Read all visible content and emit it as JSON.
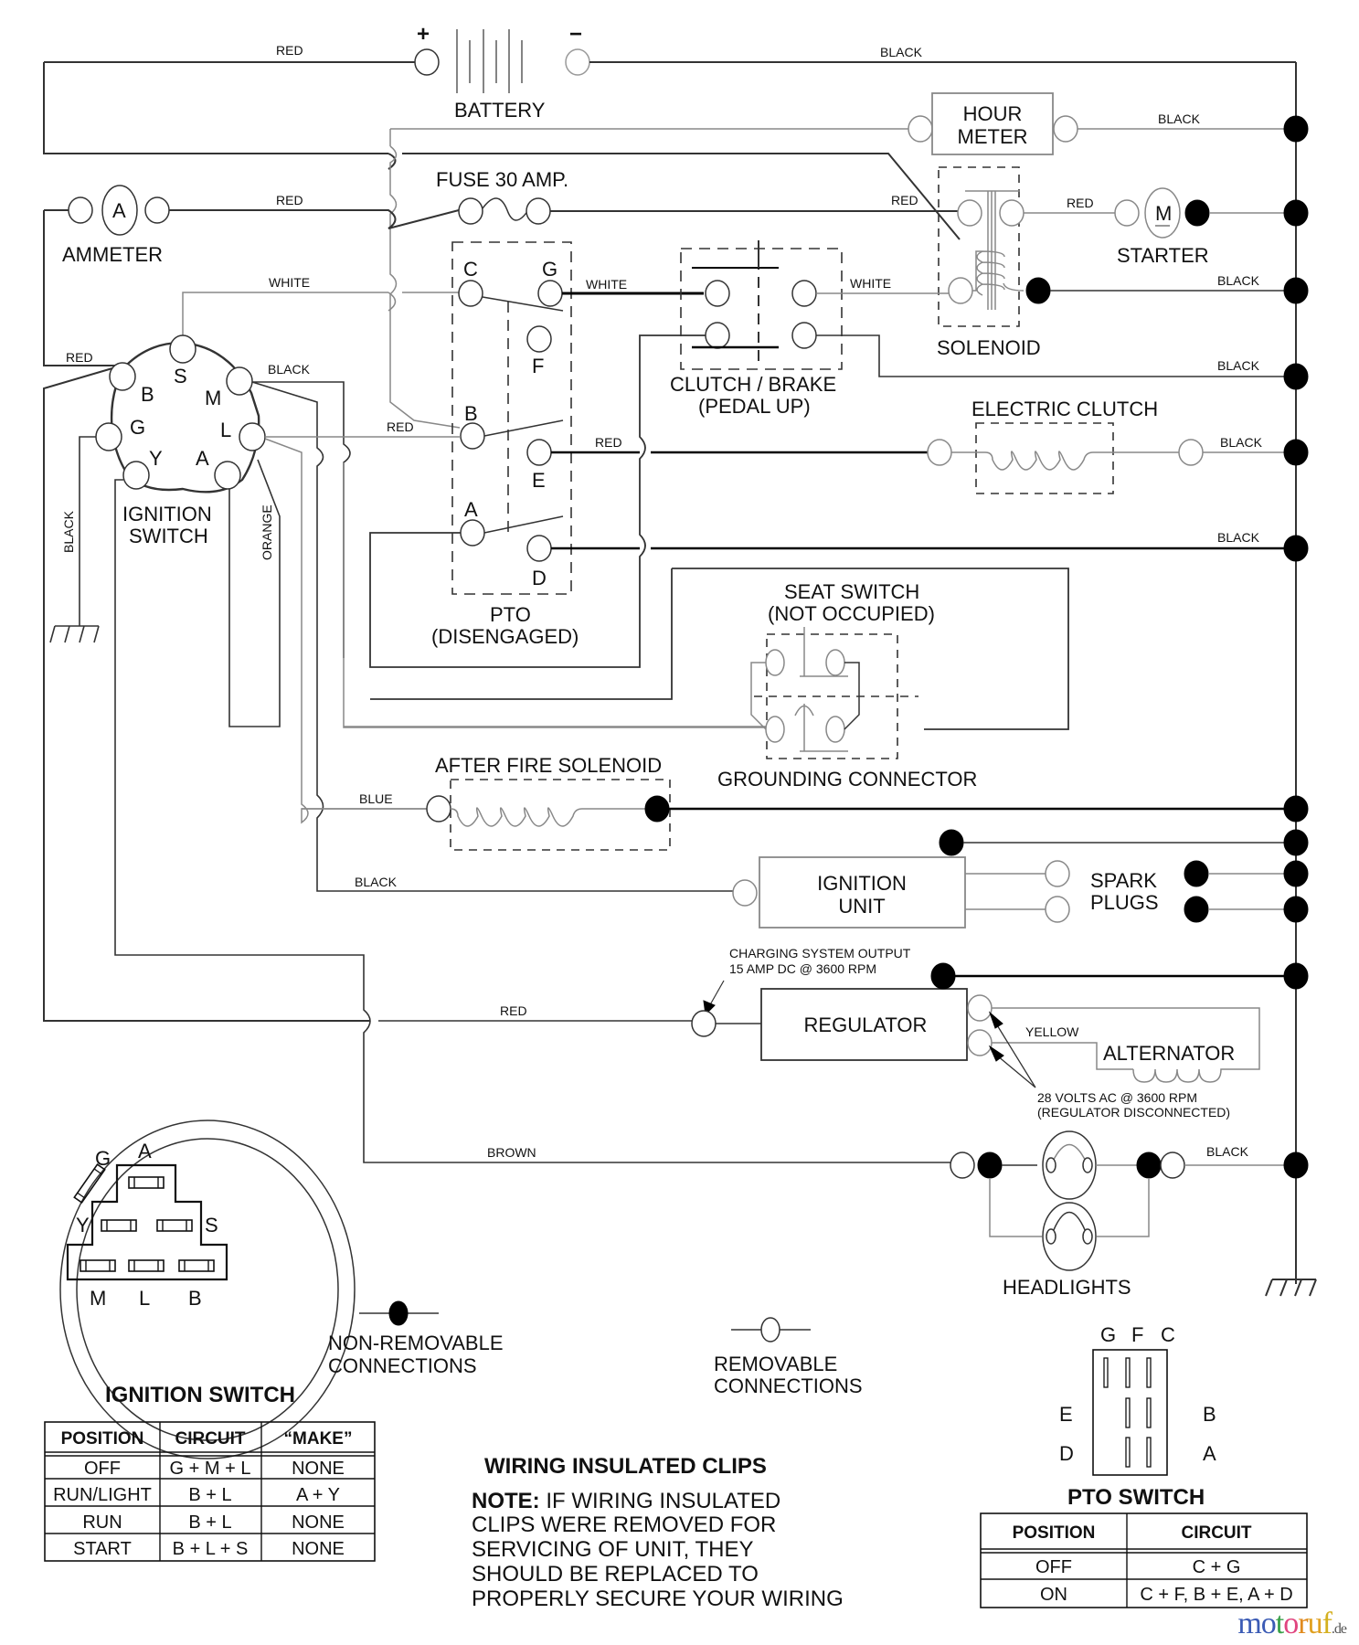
{
  "diagram": {
    "title": "Riding mower wiring schematic",
    "components": {
      "battery": {
        "label": "BATTERY",
        "positive_symbol": "+",
        "negative_symbol": "−"
      },
      "hour_meter": {
        "line1": "HOUR",
        "line2": "METER"
      },
      "fuse": {
        "label": "FUSE 30 AMP."
      },
      "ammeter": {
        "label": "AMMETER",
        "symbol": "A"
      },
      "starter": {
        "label": "STARTER",
        "symbol": "M"
      },
      "solenoid": {
        "label": "SOLENOID"
      },
      "clutch_brake": {
        "line1": "CLUTCH / BRAKE",
        "line2": "(PEDAL UP)"
      },
      "electric_clutch": {
        "label": "ELECTRIC CLUTCH"
      },
      "ignition_switch": {
        "line1": "IGNITION",
        "line2": "SWITCH",
        "terminals": [
          "S",
          "B",
          "M",
          "G",
          "L",
          "Y",
          "A"
        ]
      },
      "pto": {
        "line1": "PTO",
        "line2": "(DISENGAGED)",
        "terminals": [
          "C",
          "G",
          "F",
          "B",
          "E",
          "A",
          "D"
        ]
      },
      "seat_switch": {
        "line1": "SEAT SWITCH",
        "line2": "(NOT OCCUPIED)"
      },
      "grounding_connector": {
        "label": "GROUNDING CONNECTOR"
      },
      "after_fire_solenoid": {
        "label": "AFTER FIRE SOLENOID"
      },
      "ignition_unit": {
        "line1": "IGNITION",
        "line2": "UNIT"
      },
      "spark_plugs": {
        "line1": "SPARK",
        "line2": "PLUGS"
      },
      "regulator": {
        "label": "REGULATOR"
      },
      "alternator": {
        "label": "ALTERNATOR"
      },
      "headlights": {
        "label": "HEADLIGHTS"
      }
    },
    "wire_labels": {
      "battery_pos": "RED",
      "battery_neg": "BLACK",
      "hour_meter": "BLACK",
      "ammeter": "RED",
      "fuse_to_solenoid": "RED",
      "solenoid_to_starter": "RED",
      "starter_ground": "BLACK",
      "white_ign": "WHITE",
      "white_pto": "WHITE",
      "white_solenoid": "WHITE",
      "red_ign_b": "RED",
      "black_ign_m": "BLACK",
      "clutch_brake_ground": "BLACK",
      "red_pto_b": "RED",
      "red_pto_e": "RED",
      "electric_clutch_ground": "BLACK",
      "pto_d_ground": "BLACK",
      "ground_black": "BLACK",
      "orange": "ORANGE",
      "blue": "BLUE",
      "black_ign_unit": "BLACK",
      "red_regulator": "RED",
      "yellow": "YELLOW",
      "brown": "BROWN",
      "headlights_ground": "BLACK"
    },
    "annotations": {
      "charging_output_line1": "CHARGING SYSTEM OUTPUT",
      "charging_output_line2": "15 AMP DC @ 3600 RPM",
      "alternator_ac_line1": "28 VOLTS AC @ 3600 RPM",
      "alternator_ac_line2": "(REGULATOR DISCONNECTED)"
    }
  },
  "ignition_switch_detail": {
    "terminals": {
      "G": "G",
      "A": "A",
      "Y": "Y",
      "S": "S",
      "M": "M",
      "L": "L",
      "B": "B"
    }
  },
  "legend": {
    "non_removable": {
      "line1": "NON-REMOVABLE",
      "line2": "CONNECTIONS"
    },
    "removable": {
      "line1": "REMOVABLE",
      "line2": "CONNECTIONS"
    }
  },
  "ignition_switch_table": {
    "title": "IGNITION SWITCH",
    "headers": [
      "POSITION",
      "CIRCUIT",
      "“MAKE”"
    ],
    "rows": [
      [
        "OFF",
        "G + M + L",
        "NONE"
      ],
      [
        "RUN/LIGHT",
        "B + L",
        "A + Y"
      ],
      [
        "RUN",
        "B + L",
        "NONE"
      ],
      [
        "START",
        "B + L + S",
        "NONE"
      ]
    ]
  },
  "wiring_clips_note": {
    "title": "WIRING INSULATED CLIPS",
    "note_prefix": "NOTE:",
    "lines": [
      " IF WIRING INSULATED",
      "CLIPS WERE REMOVED FOR",
      "SERVICING OF UNIT, THEY",
      "SHOULD BE REPLACED TO",
      "PROPERLY SECURE YOUR WIRING"
    ]
  },
  "pto_switch_detail": {
    "top_labels": [
      "G",
      "F",
      "C"
    ],
    "left_labels": [
      "E",
      "D"
    ],
    "right_labels": [
      "B",
      "A"
    ]
  },
  "pto_switch_table": {
    "title": "PTO SWITCH",
    "headers": [
      "POSITION",
      "CIRCUIT"
    ],
    "rows": [
      [
        "OFF",
        "C + G"
      ],
      [
        "ON",
        "C + F, B + E, A + D"
      ]
    ]
  },
  "watermark": {
    "letters": [
      "m",
      "o",
      "t",
      "o",
      "r",
      "u",
      "f"
    ],
    "colors": [
      "#3b5bb5",
      "#3b5bb5",
      "#3aa14a",
      "#e0447f",
      "#e08a1e",
      "#e0a020",
      "#d4b020"
    ],
    "suffix": ".de"
  }
}
